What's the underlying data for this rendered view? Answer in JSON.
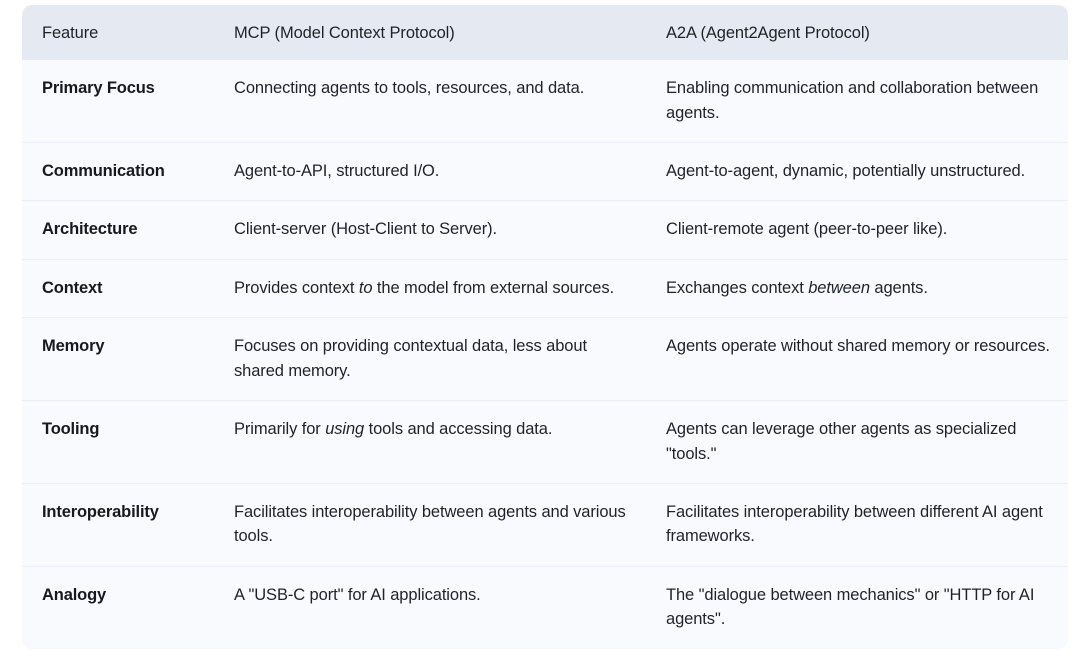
{
  "table": {
    "headers": [
      {
        "label": "Feature"
      },
      {
        "label": "MCP (Model Context Protocol)"
      },
      {
        "label": "A2A (Agent2Agent Protocol)"
      }
    ],
    "rows": [
      {
        "feature": "Primary Focus",
        "mcp": "Connecting agents to tools, resources, and data.",
        "a2a": "Enabling communication and collaboration between agents."
      },
      {
        "feature": "Communication",
        "mcp": "Agent-to-API, structured I/O.",
        "a2a": "Agent-to-agent, dynamic, potentially unstructured."
      },
      {
        "feature": "Architecture",
        "mcp": "Client-server (Host-Client to Server).",
        "a2a": "Client-remote agent (peer-to-peer like)."
      },
      {
        "feature": "Context",
        "mcp_parts": [
          {
            "text": "Provides context ",
            "italic": false
          },
          {
            "text": "to",
            "italic": true
          },
          {
            "text": " the model from external sources.",
            "italic": false
          }
        ],
        "a2a_parts": [
          {
            "text": "Exchanges context ",
            "italic": false
          },
          {
            "text": "between",
            "italic": true
          },
          {
            "text": " agents.",
            "italic": false
          }
        ]
      },
      {
        "feature": "Memory",
        "mcp": "Focuses on providing contextual data, less about shared memory.",
        "a2a": "Agents operate without shared memory or resources."
      },
      {
        "feature": "Tooling",
        "mcp_parts": [
          {
            "text": "Primarily for ",
            "italic": false
          },
          {
            "text": "using",
            "italic": true
          },
          {
            "text": " tools and accessing data.",
            "italic": false
          }
        ],
        "a2a": "Agents can leverage other agents as specialized \"tools.\""
      },
      {
        "feature": "Interoperability",
        "mcp": "Facilitates interoperability between agents and various tools.",
        "a2a": "Facilitates interoperability between different AI agent frameworks."
      },
      {
        "feature": "Analogy",
        "mcp": "A \"USB-C port\" for AI applications.",
        "a2a": "The \"dialogue between mechanics\" or \"HTTP for AI agents\"."
      }
    ]
  },
  "colors": {
    "header_background": "#e5eaf2",
    "row_background": "#f8fafd",
    "row_divider": "#eceff5",
    "text": "#1f2328",
    "page_background": "#ffffff"
  }
}
